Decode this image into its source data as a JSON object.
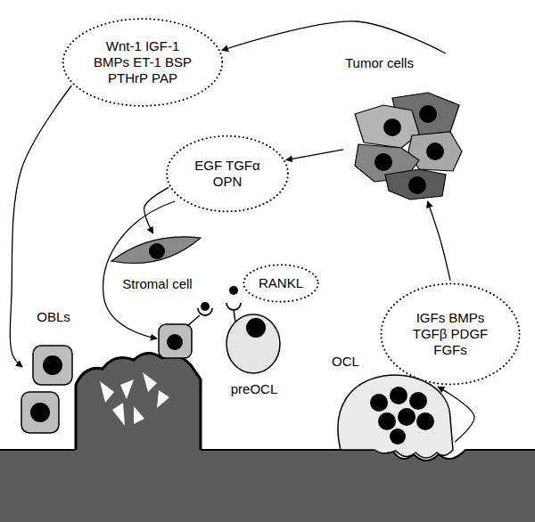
{
  "diagram": {
    "nodes": [
      {
        "text": [
          "Wnt-1 IGF-1 BMPs ET-1 BSP PTHrP PAP"
        ]
      },
      {
        "text": [
          "Tumor cells"
        ]
      },
      {
        "text": [
          "EGF TGFα OPN"
        ]
      },
      {
        "text": [
          "Stromal cell"
        ]
      },
      {
        "text": [
          "RANKL"
        ]
      },
      {
        "text": [
          "IGFs BMPs TGFβ PDGF FGFs"
        ]
      },
      {
        "text": [
          "OBLs"
        ]
      },
      {
        "text": [
          "preOCL"
        ]
      },
      {
        "text": [
          "OCL"
        ]
      }
    ],
    "edges": [
      {
        "from": 1,
        "to": 0,
        "arrow": "to"
      },
      {
        "from": 1,
        "to": 2,
        "arrow": "to"
      },
      {
        "from": 0,
        "to": 6,
        "arrow": "to"
      },
      {
        "from": 2,
        "to": 3,
        "arrow": "to"
      },
      {
        "from": 8,
        "to": 5,
        "arrow": "to"
      },
      {
        "from": 5,
        "to": 1,
        "arrow": "to"
      }
    ]
  }
}
